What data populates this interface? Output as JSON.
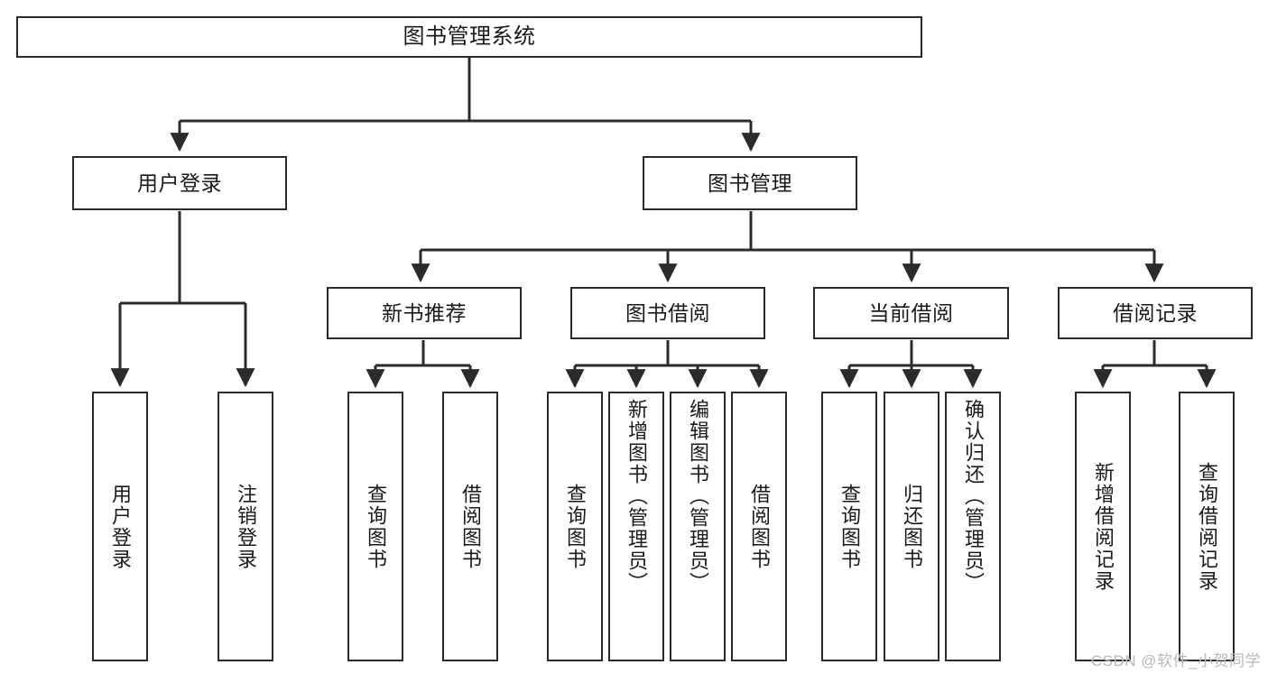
{
  "diagram": {
    "title": "图书管理系统",
    "type": "tree-hierarchy",
    "watermark": "CSDN @软件_小贺同学",
    "colors": {
      "box_border": "#2b2b2b",
      "box_fill": "#ffffff",
      "edge": "#2b2b2b",
      "text": "#1a1a1a",
      "watermark": "#b9b9b9",
      "background": "#ffffff"
    }
  },
  "nodes": {
    "root": {
      "label": "图书管理系统"
    },
    "level1": [
      {
        "label": "用户登录"
      },
      {
        "label": "图书管理"
      }
    ],
    "level2": [
      {
        "label": "新书推荐"
      },
      {
        "label": "图书借阅"
      },
      {
        "label": "当前借阅"
      },
      {
        "label": "借阅记录"
      }
    ],
    "leaves": {
      "user_login": [
        {
          "label": "用户登录"
        },
        {
          "label": "注销登录"
        }
      ],
      "new_book_recommend": [
        {
          "label": "查询图书"
        },
        {
          "label": "借阅图书"
        }
      ],
      "book_borrow": [
        {
          "label": "查询图书"
        },
        {
          "label": "新增图书（管理员）"
        },
        {
          "label": "编辑图书（管理员）"
        },
        {
          "label": "借阅图书"
        }
      ],
      "current_borrow": [
        {
          "label": "查询图书"
        },
        {
          "label": "归还图书"
        },
        {
          "label": "确认归还（管理员）"
        }
      ],
      "borrow_record": [
        {
          "label": "新增借阅记录"
        },
        {
          "label": "查询借阅记录"
        }
      ]
    }
  }
}
